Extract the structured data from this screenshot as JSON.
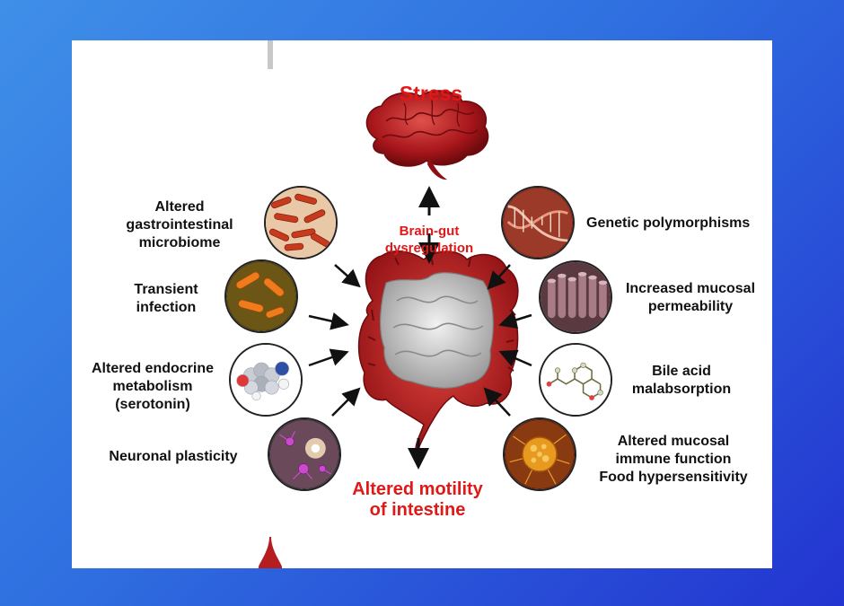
{
  "title": "Stress",
  "center_top_label": "Brain-gut\ndysregulation",
  "bottom_label": "Altered motility\nof intestine",
  "left_factors": [
    {
      "label": "Altered\ngastrointestinal\nmicrobiome",
      "image": "bacteria-rods"
    },
    {
      "label": "Transient\ninfection",
      "image": "infection-bacteria"
    },
    {
      "label": "Altered endocrine\nmetabolism\n(serotonin)",
      "image": "serotonin-molecule"
    },
    {
      "label": "Neuronal plasticity",
      "image": "neurons"
    }
  ],
  "right_factors": [
    {
      "label": "Genetic polymorphisms",
      "image": "dna-helix"
    },
    {
      "label": "Increased mucosal\npermeability",
      "image": "villi"
    },
    {
      "label": "Bile acid\nmalabsorption",
      "image": "bile-acid-molecule"
    },
    {
      "label": "Altered mucosal\nimmune function\nFood hypersensitivity",
      "image": "immune-cell"
    }
  ],
  "colors": {
    "accent_red": "#e01818",
    "intestine_red": "#c7261f",
    "brain_red": "#b81c1c",
    "arrow": "#111111"
  }
}
